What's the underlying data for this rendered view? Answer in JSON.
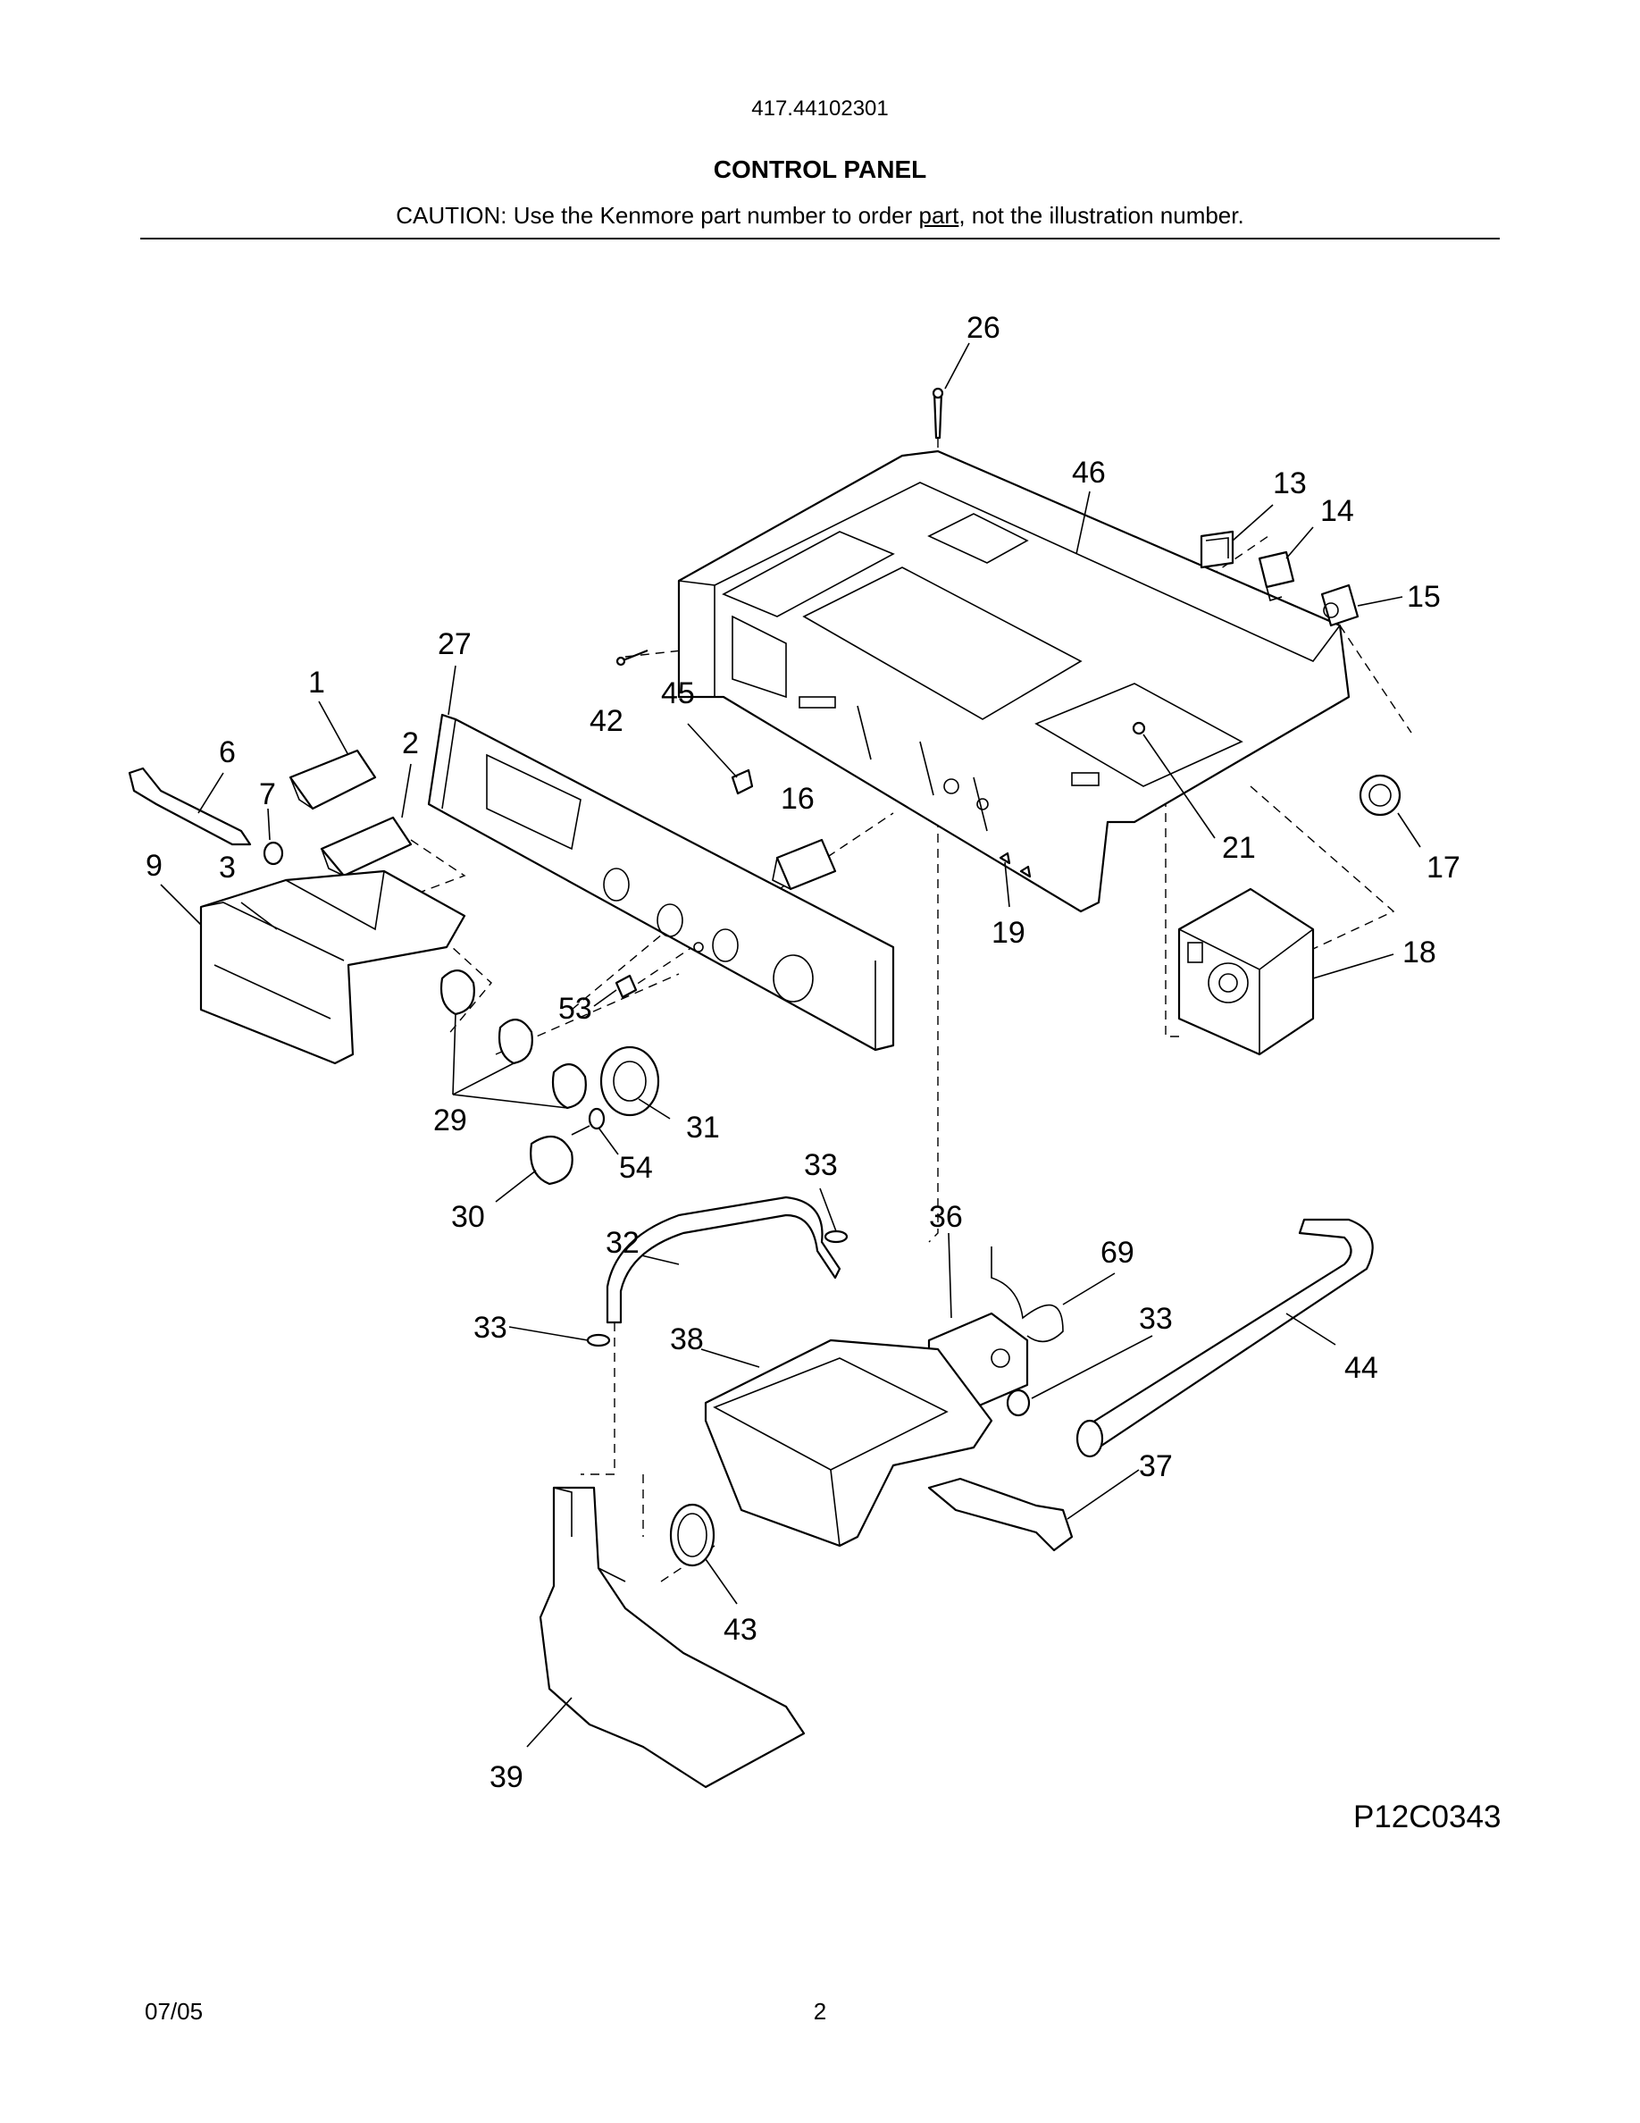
{
  "header": {
    "model_number": "417.44102301",
    "title": "CONTROL PANEL",
    "caution_prefix": "CAUTION: Use the Kenmore part number to order ",
    "caution_underlined": "part",
    "caution_suffix": ", not the illustration number."
  },
  "diagram": {
    "figure_code": "P12C0343",
    "callouts": [
      "26",
      "46",
      "13",
      "14",
      "15",
      "27",
      "1",
      "2",
      "6",
      "7",
      "9",
      "3",
      "42",
      "45",
      "16",
      "21",
      "17",
      "19",
      "18",
      "53",
      "29",
      "31",
      "54",
      "30",
      "33",
      "32",
      "36",
      "69",
      "44",
      "38",
      "37",
      "43",
      "39"
    ]
  },
  "footer": {
    "date": "07/05",
    "page_number": "2"
  }
}
